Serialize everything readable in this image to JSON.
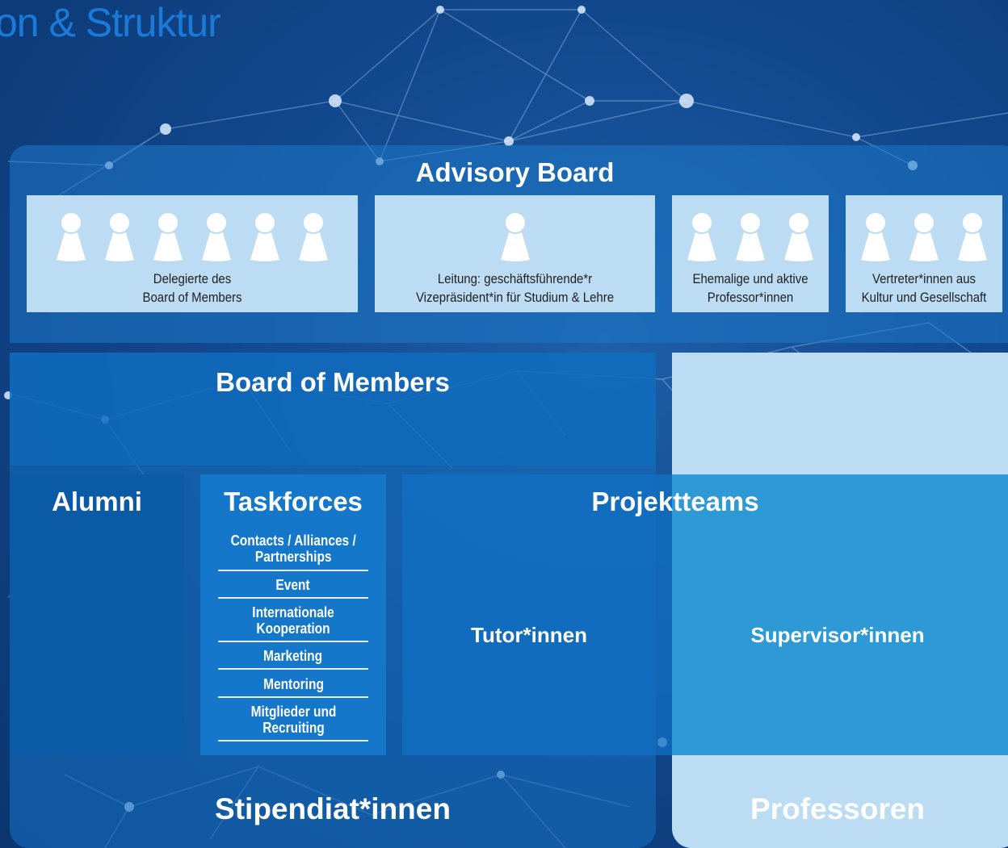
{
  "page": {
    "title": "on & Struktur"
  },
  "advisory_board": {
    "title": "Advisory Board",
    "groups": [
      {
        "icon": "person-icon",
        "count": 6,
        "label_line1": "Delegierte des",
        "label_line2": "Board of Members"
      },
      {
        "icon": "person-icon",
        "count": 1,
        "label_line1": "Leitung: geschäftsführende*r",
        "label_line2": "Vizepräsident*in für Studium & Lehre"
      },
      {
        "icon": "person-icon",
        "count": 3,
        "label_line1": "Ehemalige und aktive",
        "label_line2": "Professor*innen"
      },
      {
        "icon": "person-icon",
        "count": 3,
        "label_line1": "Vertreter*innen aus",
        "label_line2": "Kultur und Gesellschaft"
      }
    ]
  },
  "board_of_members": {
    "title": "Board of Members"
  },
  "alumni": {
    "title": "Alumni"
  },
  "taskforces": {
    "title": "Taskforces",
    "items": [
      {
        "line1": "Contacts / Alliances /",
        "line2": "Partnerships"
      },
      {
        "line1": "Event",
        "line2": ""
      },
      {
        "line1": "Internationale",
        "line2": "Kooperation"
      },
      {
        "line1": "Marketing",
        "line2": ""
      },
      {
        "line1": "Mentoring",
        "line2": ""
      },
      {
        "line1": "Mitglieder und",
        "line2": "Recruiting"
      }
    ]
  },
  "projektteams": {
    "title": "Projektteams",
    "tutor_label": "Tutor*innen",
    "supervisor_label": "Supervisor*innen"
  },
  "stipendiaten": {
    "title": "Stipendiat*innen"
  },
  "professoren": {
    "title": "Professoren"
  },
  "colors": {
    "background": "#12488e",
    "title_blue": "#1a7bd6",
    "light_box": "#bcdcf3",
    "alumni_box": "#0a5aa6",
    "taskforce_box": "#1477c9",
    "supervisor_box": "#2d9ad6"
  }
}
